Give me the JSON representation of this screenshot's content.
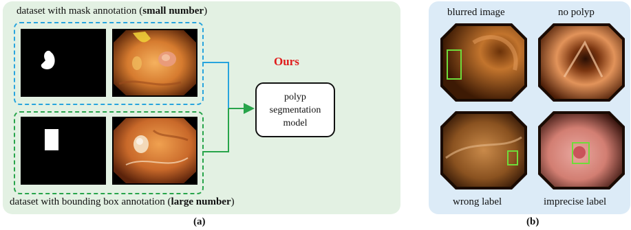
{
  "panel_a": {
    "top_caption": {
      "prefix": "dataset with mask annotation (",
      "bold": "small number",
      "suffix": ")"
    },
    "bottom_caption": {
      "prefix": "dataset with bounding box annotation (",
      "bold": "large number",
      "suffix": ")"
    },
    "ours_label": "Ours",
    "model_label": [
      "polyp",
      "segmentation",
      "model"
    ],
    "figure_label": "(a)",
    "colors": {
      "mask_group": "#27a4dd",
      "box_group": "#27a44a",
      "ours": "#e01b1b"
    }
  },
  "panel_b": {
    "labels": {
      "top_left": "blurred image",
      "top_right": "no polyp",
      "bottom_left": "wrong label",
      "bottom_right": "imprecise label"
    },
    "figure_label": "(b)",
    "colors": {
      "bbox": "#6fdc3a"
    }
  }
}
